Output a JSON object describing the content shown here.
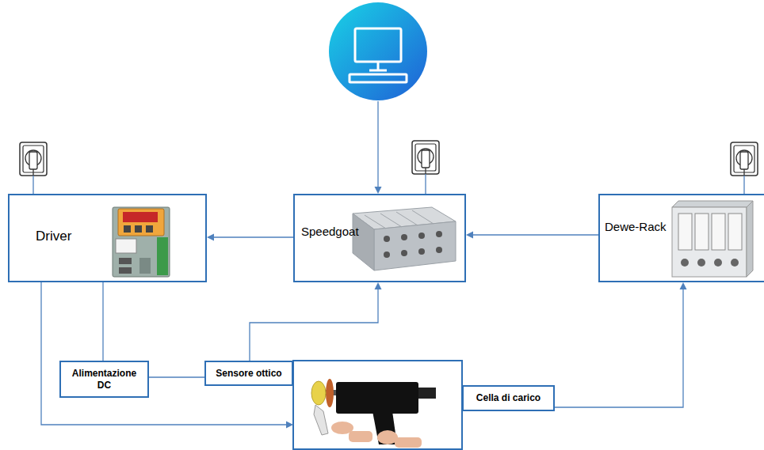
{
  "diagram": {
    "nodes": [
      {
        "text": [
          "Driver"
        ]
      },
      {
        "text": [
          "Speedgoat"
        ]
      },
      {
        "text": [
          "Dewe-Rack"
        ]
      },
      {
        "text": [
          "Alimentazione DC"
        ]
      },
      {
        "text": [
          "Sensore ottico"
        ]
      },
      {
        "text": [
          "Cella di carico"
        ]
      }
    ],
    "edges": [
      {
        "from": 1,
        "to": 0,
        "arrow": "to"
      },
      {
        "from": 2,
        "to": 1,
        "arrow": "to"
      },
      {
        "from": 4,
        "to": 1,
        "arrow": "to"
      },
      {
        "from": 5,
        "to": 2,
        "arrow": "to"
      },
      {
        "from": 0,
        "to": 3,
        "arrow": "none"
      },
      {
        "from": 3,
        "to": 4,
        "arrow": "none"
      }
    ]
  }
}
